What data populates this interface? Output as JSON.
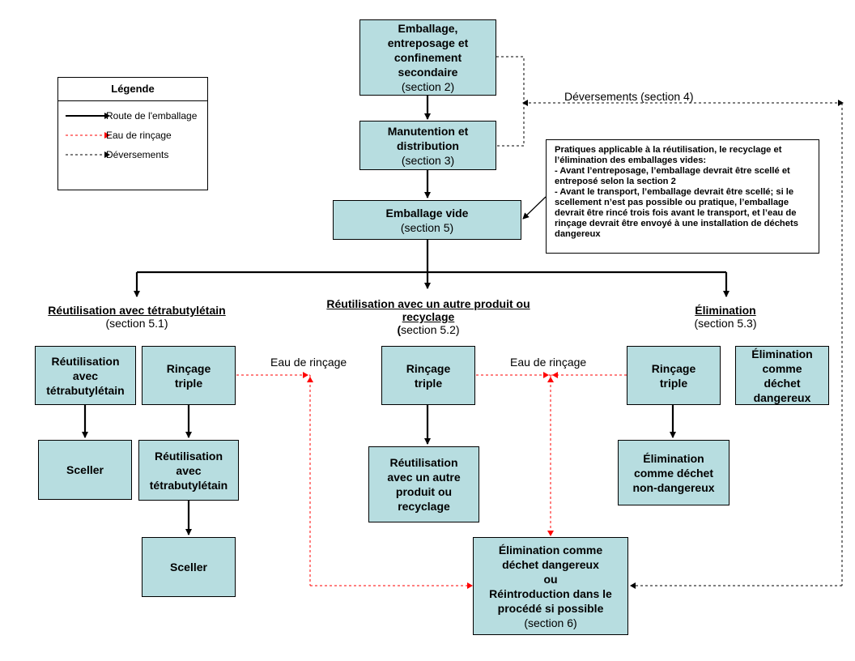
{
  "legend": {
    "title": "Légende",
    "items": [
      {
        "label": "Route de l'emballage",
        "style": "solid",
        "color": "#000000"
      },
      {
        "label": "Eau de rinçage",
        "style": "dashed",
        "color": "#ff0000"
      },
      {
        "label": "Déversements",
        "style": "dashed",
        "color": "#000000"
      }
    ]
  },
  "boxes": {
    "emballage": {
      "title": "Emballage, entreposage et confinement secondaire",
      "section": "(section 2)"
    },
    "manutention": {
      "title": "Manutention et distribution",
      "section": "(section 3)"
    },
    "vide": {
      "title": "Emballage vide",
      "section": "(section 5)"
    },
    "reuse_tbt_a": {
      "title": "Réutilisation avec tétrabutylétain"
    },
    "sceller_a": {
      "title": "Sceller"
    },
    "rincage_1": {
      "title": "Rinçage triple"
    },
    "reuse_tbt_b": {
      "title": "Réutilisation avec tétrabutylétain"
    },
    "sceller_b": {
      "title": "Sceller"
    },
    "rincage_2": {
      "title": "Rinçage triple"
    },
    "reuse_other": {
      "title": "Réutilisation avec un autre produit ou recyclage"
    },
    "rincage_3": {
      "title": "Rinçage triple"
    },
    "elim_non_danger": {
      "title": "Élimination comme déchet non-dangereux"
    },
    "elim_danger_direct": {
      "title": "Élimination comme déchet dangereux"
    },
    "final": {
      "line1": "Élimination comme déchet dangereux",
      "line2": "ou",
      "line3": "Réintroduction dans le procédé si possible",
      "section": "(section 6)"
    }
  },
  "headers": {
    "reuse_tbt": {
      "title": "Réutilisation avec tétrabutylétain",
      "section": "(section 5.1)"
    },
    "reuse_other": {
      "title": "Réutilisation avec un autre produit ou recyclage",
      "section_prefix": "(",
      "section": "section 5.2)"
    },
    "elimination": {
      "title": "Élimination",
      "section": "(section 5.3)"
    }
  },
  "labels": {
    "deversements": "Déversements (section 4)",
    "eau_rincage_1": "Eau de rinçage",
    "eau_rincage_2": "Eau de rinçage"
  },
  "note": {
    "lines": [
      "Pratiques applicable à la réutilisation, le recyclage et l’élimination des emballages vides:",
      "- Avant l’entreposage, l’emballage devrait être scellé et entreposé selon la section 2",
      "- Avant le transport, l’emballage devrait être scellé; si le scellement n’est pas possible ou pratique, l’emballage devrait être rincé trois fois avant le transport, et l’eau de rinçage devrait être envoyé à une installation de déchets dangereux"
    ]
  },
  "colors": {
    "box_fill": "#b7dde0",
    "rinse_line": "#ff0000",
    "spill_line": "#000000",
    "route_line": "#000000"
  }
}
